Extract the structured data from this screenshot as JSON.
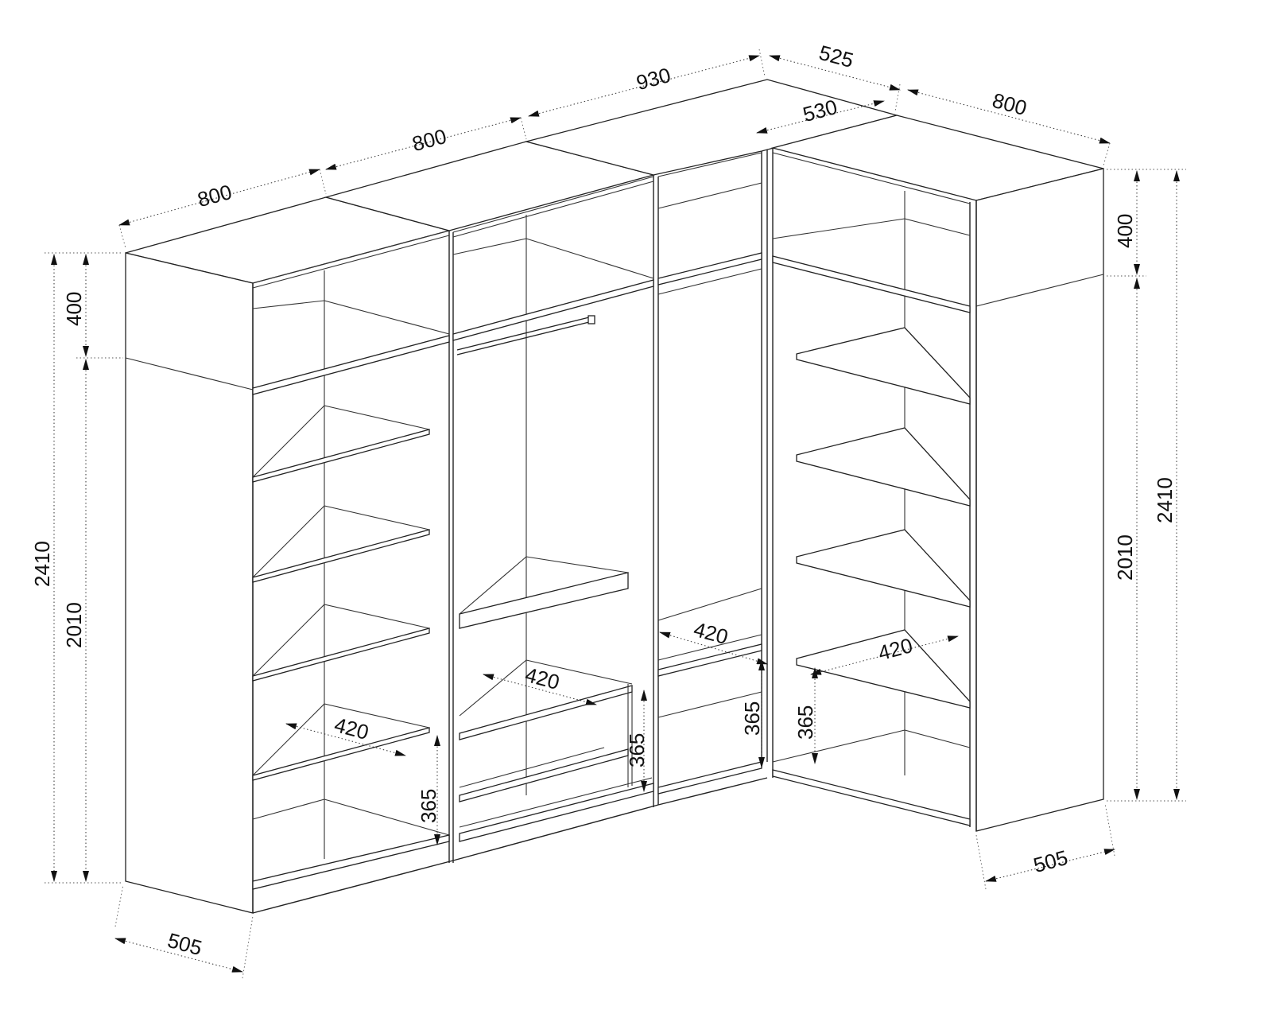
{
  "colors": {
    "line": "#222222",
    "background": "#ffffff"
  },
  "dimensions": {
    "top_width_left": "800",
    "top_width_second": "800",
    "top_width_corner": "930",
    "top_return_outer": "525",
    "top_return_inner": "530",
    "top_width_right": "800",
    "left_total_height": "2410",
    "left_top_height": "400",
    "left_body_height": "2010",
    "right_top_height": "400",
    "right_body_height": "2010",
    "right_total_height": "2410",
    "left_depth": "505",
    "right_depth": "505",
    "shelf_depth_left": "420",
    "shelf_gap_left": "365",
    "drawer_depth": "420",
    "drawer_height": "365",
    "corner_shelf_depth": "420",
    "corner_shelf_gap": "365",
    "right_shelf_depth": "420",
    "right_shelf_gap": "365"
  }
}
